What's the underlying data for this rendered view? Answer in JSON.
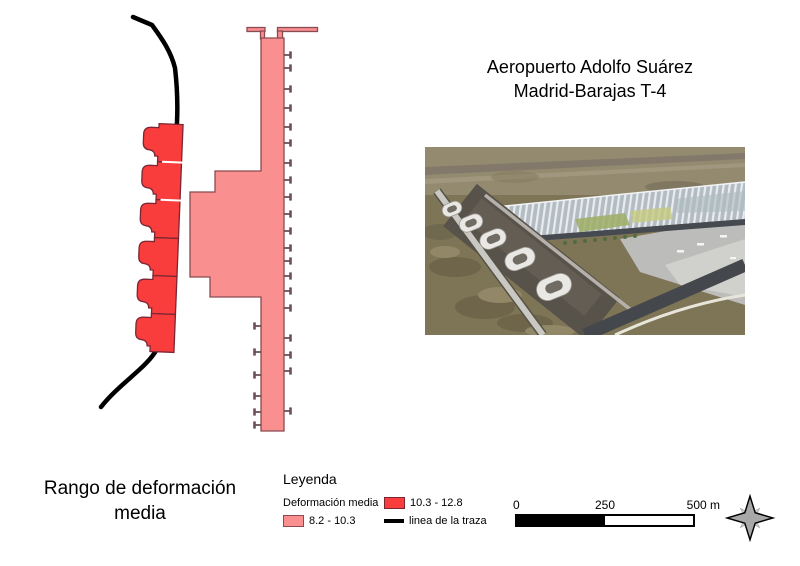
{
  "title": {
    "line1": "Aeropuerto Adolfo Suárez",
    "line2": "Madrid-Barajas T-4"
  },
  "caption": "Rango de deformación media",
  "legend": {
    "heading": "Leyenda",
    "series_label": "Deformación media",
    "items": [
      {
        "label": "10.3 - 12.8",
        "color": "#f93c3c"
      },
      {
        "label": "8.2 - 10.3",
        "color": "#fa8f8f"
      },
      {
        "label": "linea de la traza",
        "color": "#000000"
      }
    ]
  },
  "scale_bar": {
    "tick0": "0",
    "tick1": "250",
    "tick2": "500 m"
  },
  "colors": {
    "red": "#f93c3c",
    "pink": "#fa8f8f",
    "trace": "#000000"
  },
  "map": {
    "deformation_classes": [
      {
        "range": "10.3 - 12.8",
        "color": "#f93c3c"
      },
      {
        "range": "8.2 - 10.3",
        "color": "#fa8f8f"
      }
    ],
    "trace_line_label": "linea de la traza"
  }
}
